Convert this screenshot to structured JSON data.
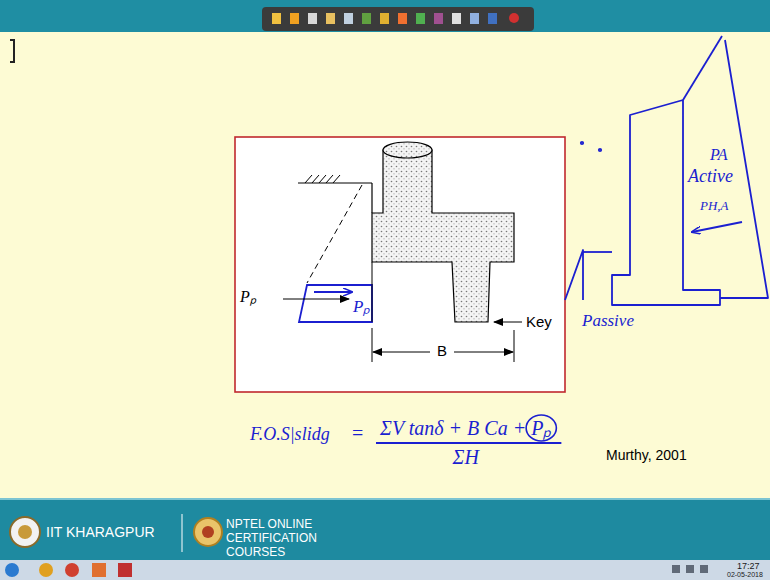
{
  "diagram": {
    "labels": [
      "Pₚ",
      "Pₚ",
      "Key",
      "B",
      "Active",
      "PA",
      "PH,A",
      "Passive",
      "F.O.S|slidg",
      "=",
      "ΣV tanδ + B Ca + Pₚ",
      "ΣH",
      "Murthy, 2001",
      "IIT KHARAGPUR",
      "NPTEL ONLINE CERTIFICATION COURSES",
      "17:27",
      "02-05-2018"
    ]
  }
}
